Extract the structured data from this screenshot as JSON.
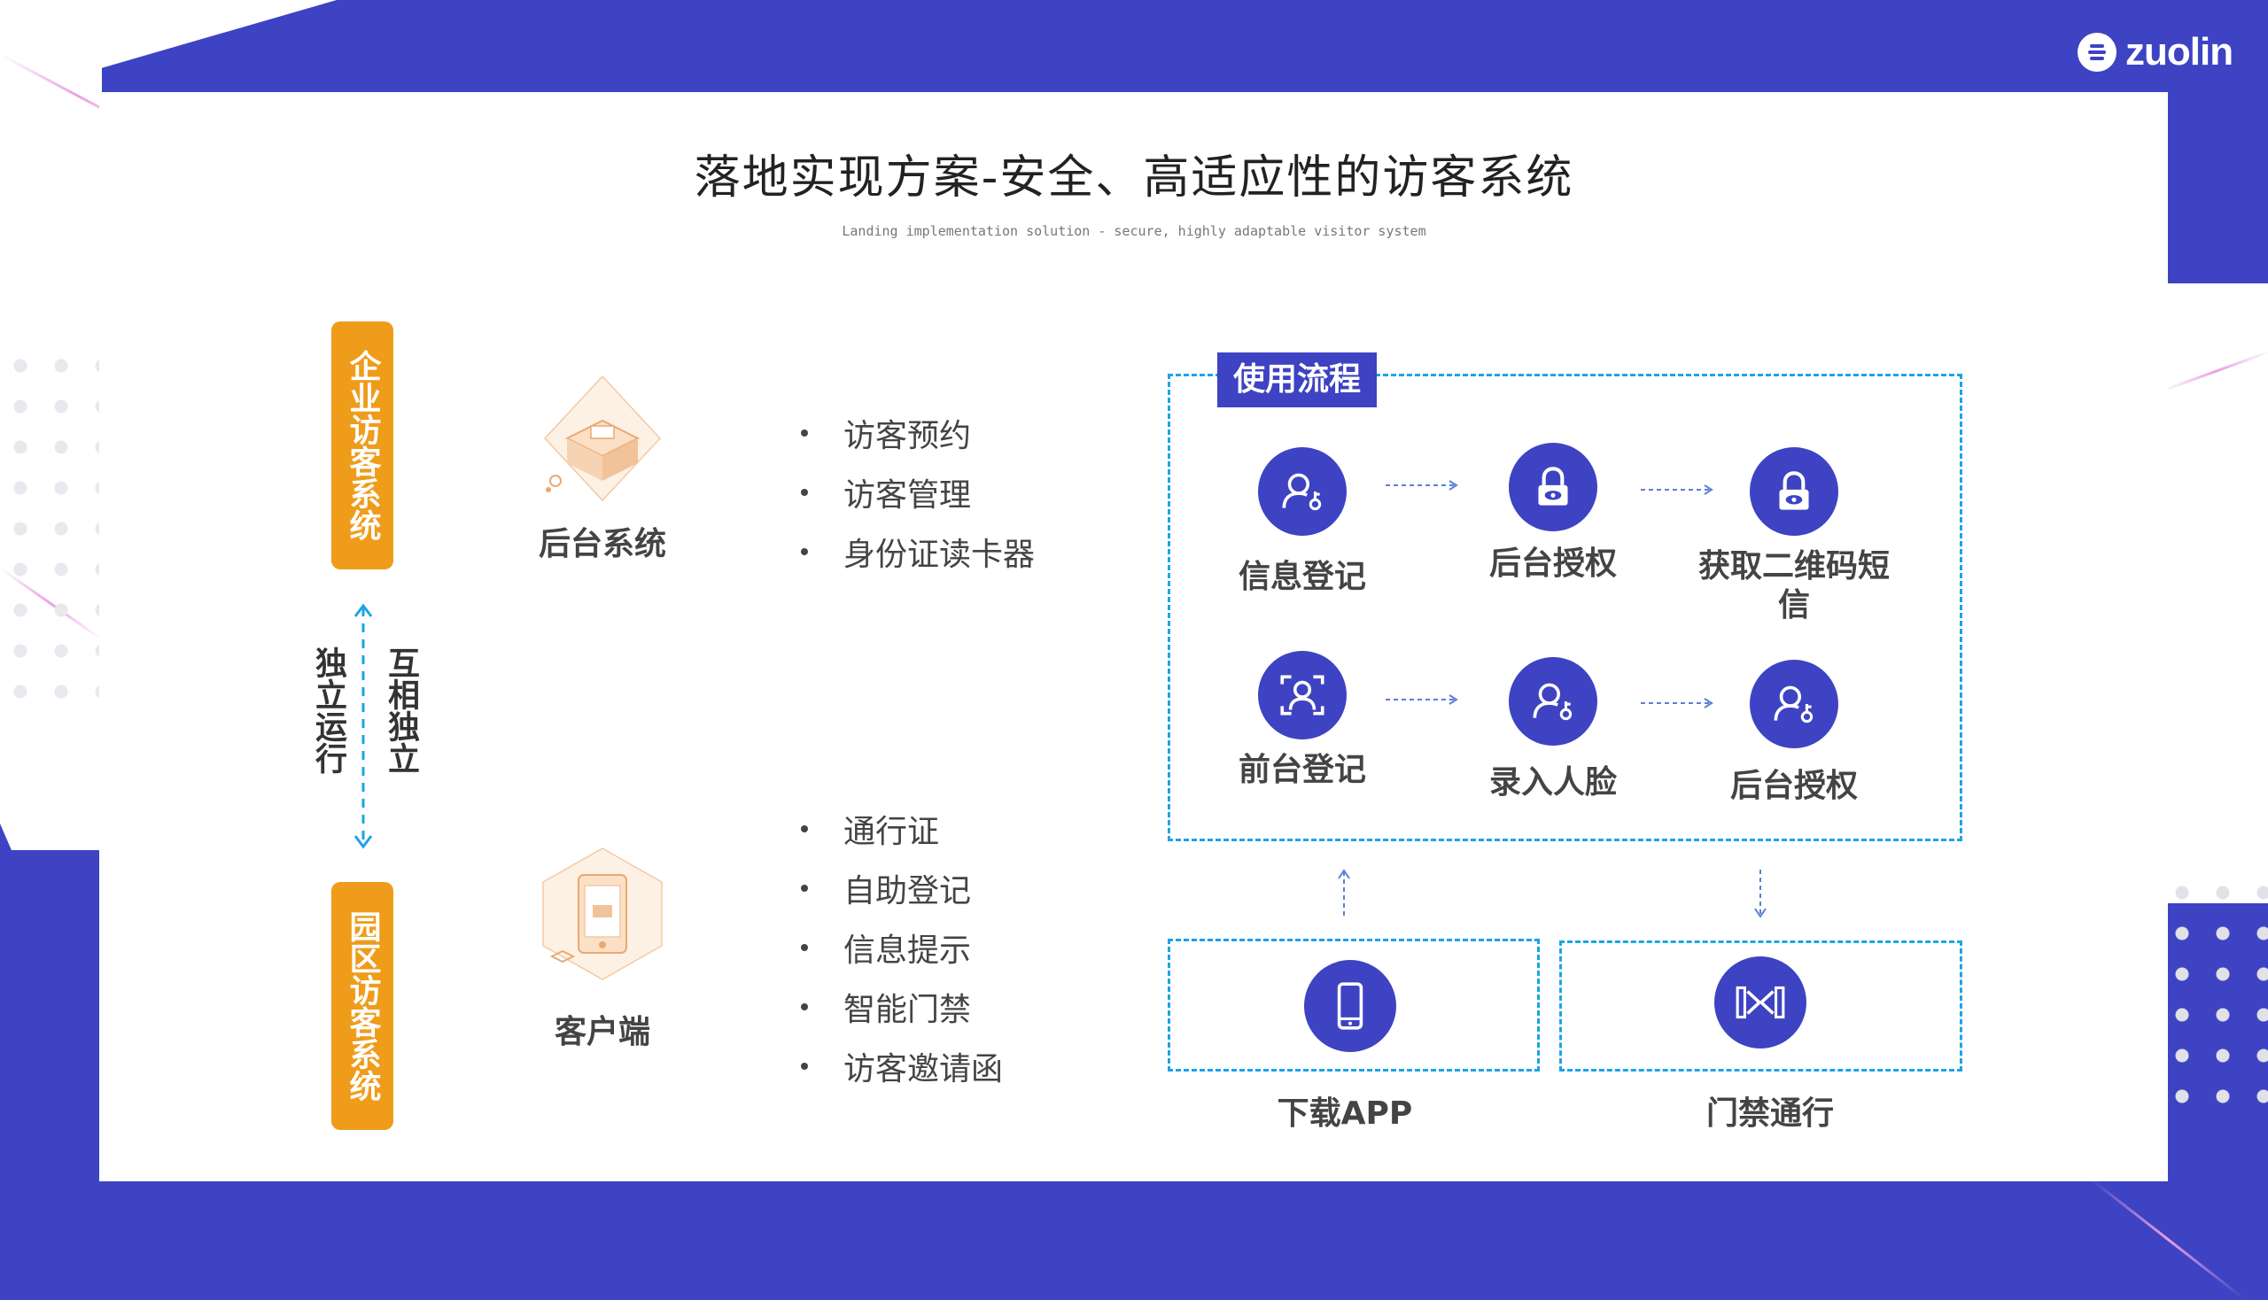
{
  "brand": {
    "name": "zuolin",
    "colors": {
      "primary": "#3d43c2",
      "accent": "#ef9c1b",
      "dashed": "#1ea3e6"
    }
  },
  "header": {
    "title": "落地实现方案-安全、高适应性的访客系统",
    "subtitle": "Landing implementation solution - secure, highly adaptable visitor system"
  },
  "left": {
    "enterprise_label": "企业访客系统",
    "park_label": "园区访客系统",
    "left_text": "独立运行",
    "right_text": "互相独立"
  },
  "systems": [
    {
      "label": "后台系统",
      "icon": "server-isometric-icon",
      "features": [
        "访客预约",
        "访客管理",
        "身份证读卡器"
      ]
    },
    {
      "label": "客户端",
      "icon": "phone-isometric-icon",
      "features": [
        "通行证",
        "自助登记",
        "信息提示",
        "智能门禁",
        "访客邀请函"
      ]
    }
  ],
  "flow": {
    "tag": "使用流程",
    "rows": [
      [
        {
          "label": "信息登记",
          "icon": "user-key-icon"
        },
        {
          "label": "后台授权",
          "icon": "lock-icon"
        },
        {
          "label": "获取二维码短信",
          "label_line1": "获取二维码短",
          "label_line2": "信",
          "icon": "lock-icon"
        }
      ],
      [
        {
          "label": "前台登记",
          "icon": "face-scan-icon"
        },
        {
          "label": "录入人脸",
          "icon": "user-key-icon"
        },
        {
          "label": "后台授权",
          "icon": "user-key-icon"
        }
      ]
    ]
  },
  "bottom": [
    {
      "label": "下载APP",
      "icon": "mobile-phone-icon"
    },
    {
      "label": "门禁通行",
      "icon": "turnstile-gate-icon"
    }
  ]
}
